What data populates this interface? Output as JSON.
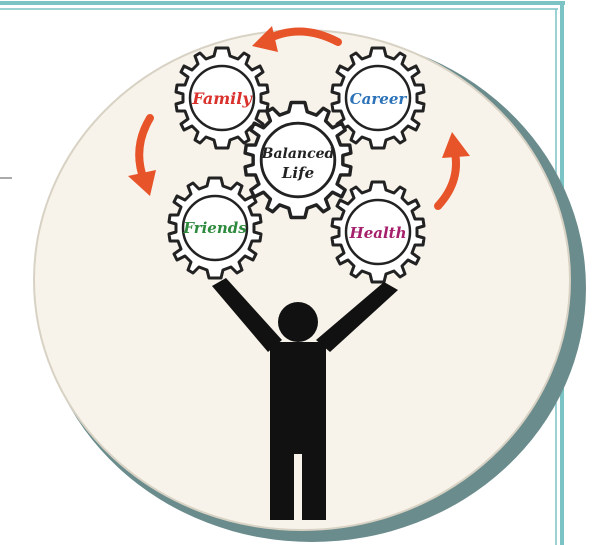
{
  "gears": {
    "center": {
      "label_line1": "Balanced",
      "label_line2": "Life",
      "color": "#222222"
    },
    "family": {
      "label": "Family",
      "color": "#d9312c"
    },
    "career": {
      "label": "Career",
      "color": "#2b72b8"
    },
    "friends": {
      "label": "Friends",
      "color": "#2e8b3e"
    },
    "health": {
      "label": "Health",
      "color": "#a51f6b"
    }
  },
  "colors": {
    "arrow": "#e8542a",
    "frame_teal": "#7bc3c5",
    "circle_fill": "#f7f3ea",
    "circle_shadow": "#6b8c8d",
    "figure": "#111111"
  },
  "icons": {
    "person": "person-arms-raised-icon",
    "arrow": "curved-arrow-icon",
    "gear": "gear-icon"
  }
}
